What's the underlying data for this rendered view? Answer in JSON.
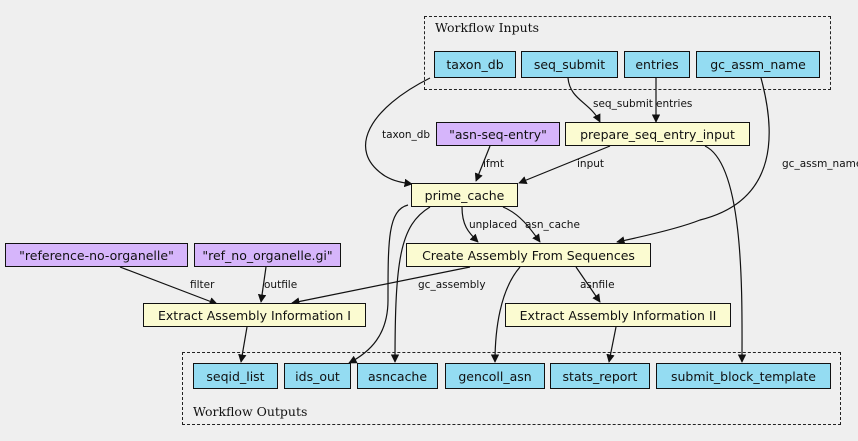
{
  "inputs": {
    "title": "Workflow Inputs",
    "taxon_db": "taxon_db",
    "seq_submit": "seq_submit",
    "entries": "entries",
    "gc_assm_name": "gc_assm_name"
  },
  "outputs": {
    "title": "Workflow Outputs",
    "seqid_list": "seqid_list",
    "ids_out": "ids_out",
    "asncache": "asncache",
    "gencoll_asn": "gencoll_asn",
    "stats_report": "stats_report",
    "submit_block_template": "submit_block_template"
  },
  "literals": {
    "asn_seq_entry": "\"asn-seq-entry\"",
    "reference_no_organelle": "\"reference-no-organelle\"",
    "ref_no_organelle_gi": "\"ref_no_organelle.gi\""
  },
  "steps": {
    "prepare_seq_entry_input": "prepare_seq_entry_input",
    "prime_cache": "prime_cache",
    "create_assembly": "Create Assembly From Sequences",
    "extract_info_1": "Extract Assembly Information I",
    "extract_info_2": "Extract Assembly Information II"
  },
  "edge_labels": {
    "seq_submit": "seq_submit",
    "entries": "entries",
    "taxon_db": "taxon_db",
    "ifmt": "ifmt",
    "input": "input",
    "gc_assm_name": "gc_assm_name",
    "unplaced": "unplaced",
    "asn_cache": "asn_cache",
    "filter": "filter",
    "outfile": "outfile",
    "gc_assembly": "gc_assembly",
    "asnfile": "asnfile"
  },
  "colors": {
    "io": "#94dcf2",
    "step": "#fbfbd1",
    "literal": "#d6b5fb",
    "background": "#efefef"
  }
}
